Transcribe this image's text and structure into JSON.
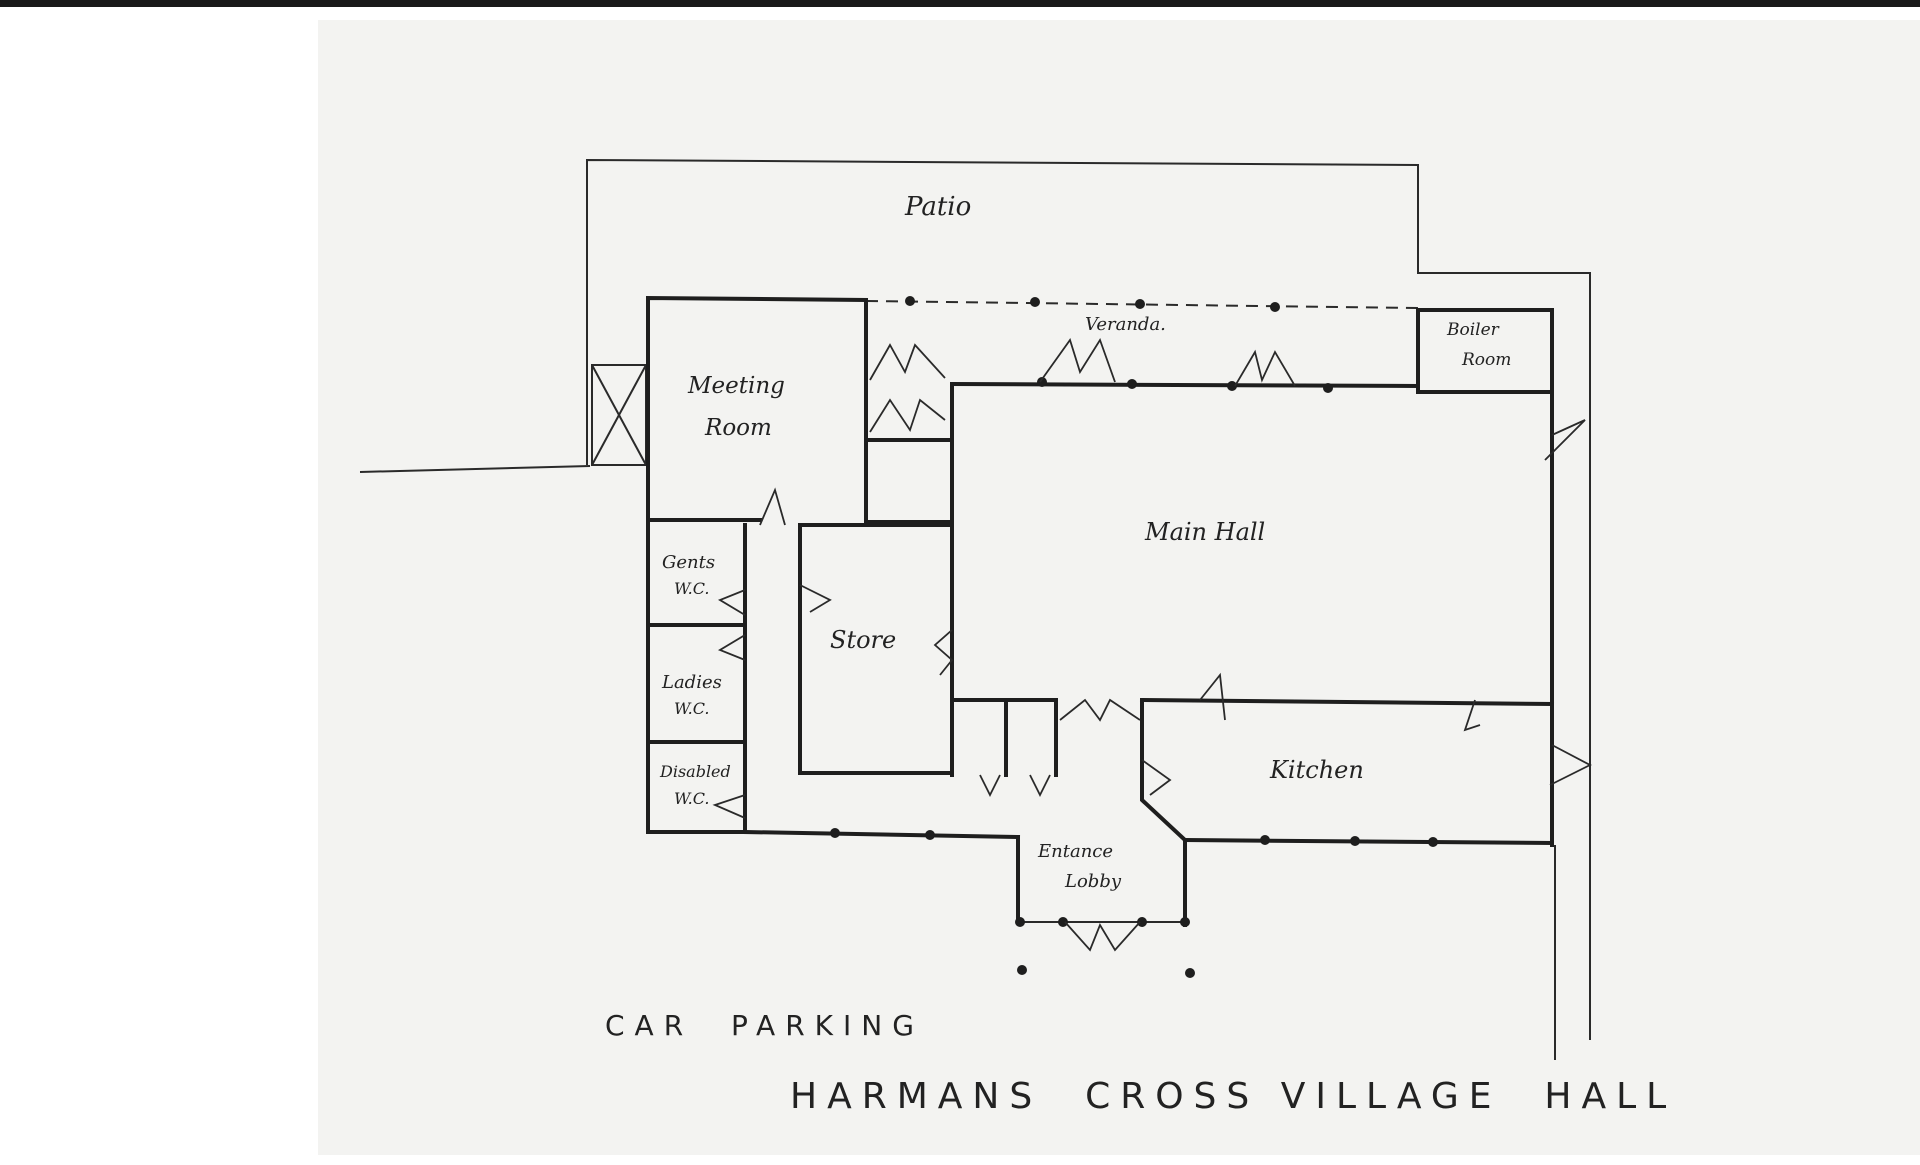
{
  "rooms": {
    "patio": "Patio",
    "veranda": "Veranda.",
    "boiler_1": "Boiler",
    "boiler_2": "Room",
    "meeting_1": "Meeting",
    "meeting_2": "Room",
    "main_hall": "Main Hall",
    "gents_1": "Gents",
    "gents_2": "W.C.",
    "ladies_1": "Ladies",
    "ladies_2": "W.C.",
    "disabled_1": "Disabled",
    "disabled_2": "W.C.",
    "store": "Store",
    "kitchen": "Kitchen",
    "lobby_1": "Entance",
    "lobby_2": "Lobby"
  },
  "car_parking": "CAR  PARKING",
  "title": "HARMANS  CROSS VILLAGE  HALL"
}
